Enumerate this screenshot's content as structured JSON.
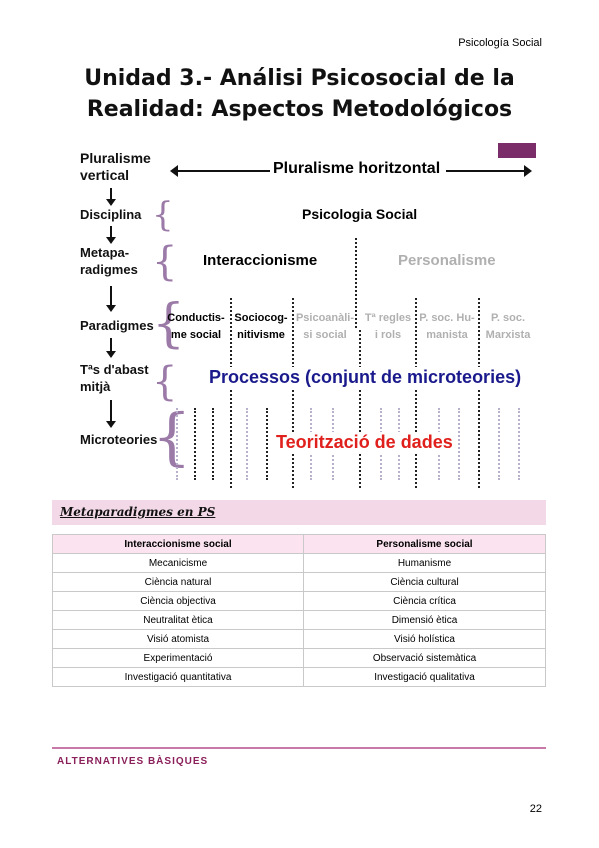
{
  "header": {
    "running_title": "Psicología Social"
  },
  "title": {
    "line1": "Unidad 3.- Análisi Psicosocial de la",
    "line2": "Realidad: Aspectos Metodológicos"
  },
  "diagram": {
    "pluralisme_vertical_1": "Pluralisme",
    "pluralisme_vertical_2": "vertical",
    "pluralisme_horitzontal": "Pluralisme horitzontal",
    "levels": [
      "Disciplina",
      "Metapa-",
      "radigmes",
      "Paradigmes",
      "Tªs d'abast",
      "mitjà",
      "Microteories"
    ],
    "disciplina": "Psicologia Social",
    "meta1": "Interaccionisme",
    "meta2": "Personalisme",
    "paradigms": [
      {
        "l1": "Conductis-",
        "l2": "me social"
      },
      {
        "l1": "Sociocog-",
        "l2": "nitivisme"
      },
      {
        "l1": "Psicoanàli-",
        "l2": "si social"
      },
      {
        "l1": "Tª regles",
        "l2": "i rols"
      },
      {
        "l1": "P. soc. Hu-",
        "l2": "manista"
      },
      {
        "l1": "P. soc.",
        "l2": "Marxista"
      }
    ],
    "processos": "Processos (conjunt de microteories)",
    "teoritzacio": "Teorització de dades"
  },
  "section": {
    "title": "Metaparadigmes en PS"
  },
  "table": {
    "headers": [
      "Interaccionisme social",
      "Personalisme social"
    ],
    "rows": [
      [
        "Mecanicisme",
        "Humanisme"
      ],
      [
        "Ciència natural",
        "Ciència cultural"
      ],
      [
        "Ciència objectiva",
        "Ciència crítica"
      ],
      [
        "Neutralitat ètica",
        "Dimensió ètica"
      ],
      [
        "Visió atomista",
        "Visió holística"
      ],
      [
        "Experimentació",
        "Observació sistemàtica"
      ],
      [
        "Investigació quantitativa",
        "Investigació qualitativa"
      ]
    ]
  },
  "alternatives": {
    "title": "ALTERNATIVES BÀSIQUES"
  },
  "footer": {
    "page": "22"
  },
  "colors": {
    "accent": "#7b2d6a",
    "section_bg": "#f3d9e7",
    "blue": "#1a1a8c",
    "red": "#e0201c",
    "grey": "#b0b0b0"
  }
}
